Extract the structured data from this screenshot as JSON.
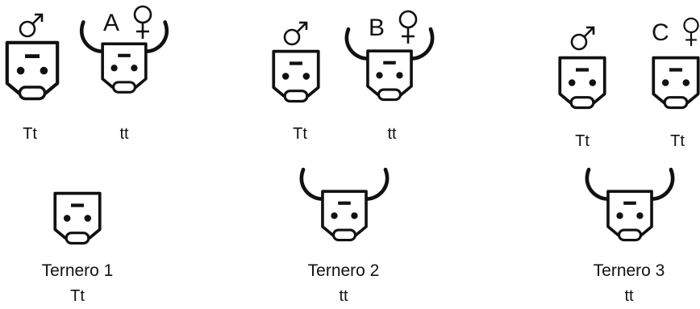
{
  "groups": [
    {
      "letter": "A",
      "male": {
        "genotype": "Tt",
        "horned": false
      },
      "female": {
        "genotype": "tt",
        "horned": true
      },
      "calf": {
        "name": "Ternero 1",
        "genotype": "Tt",
        "horned": false
      }
    },
    {
      "letter": "B",
      "male": {
        "genotype": "Tt",
        "horned": false
      },
      "female": {
        "genotype": "tt",
        "horned": true
      },
      "calf": {
        "name": "Ternero 2",
        "genotype": "tt",
        "horned": true
      }
    },
    {
      "letter": "C",
      "male": {
        "genotype": "Tt",
        "horned": false
      },
      "female": {
        "genotype": "Tt",
        "horned": false
      },
      "calf": {
        "name": "Ternero 3",
        "genotype": "tt",
        "horned": true
      }
    }
  ],
  "symbols": {
    "male": "male-symbol",
    "female": "female-symbol"
  },
  "colors": {
    "line": "#111111",
    "background": "#ffffff"
  }
}
